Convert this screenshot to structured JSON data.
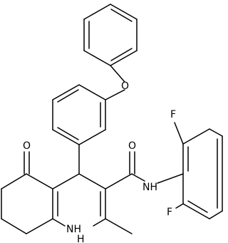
{
  "atoms": {
    "o_ether": "O",
    "o_ketone": "O",
    "o_amide": "O",
    "nh_amide": "NH",
    "f_top": "F",
    "f_bottom": "F",
    "nh_ring": "NH",
    "h_ring": "H"
  },
  "colors": {
    "line": "#000000",
    "background": "#ffffff"
  }
}
